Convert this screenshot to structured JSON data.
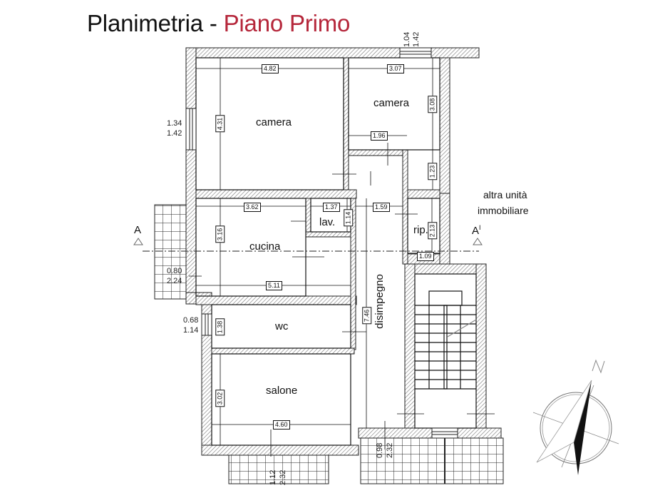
{
  "header": {
    "title_prefix": "Planimetria - ",
    "title_accent": "Piano Primo",
    "accent_color": "#b5263a"
  },
  "rooms": {
    "camera_1": "camera",
    "camera_2": "camera",
    "cucina": "cucina",
    "lav": "lav.",
    "rip": "rip.",
    "wc": "wc",
    "salone": "salone",
    "disimpegno": "disimpegno"
  },
  "neighbor_label": {
    "line1": "altra unità",
    "line2": "immobiliare"
  },
  "section_marks": {
    "left": "A",
    "right": "A",
    "right_suffix": "I"
  },
  "dimensions": {
    "camera_1_width": "4.82",
    "camera_1_depth": "4.31",
    "camera_2_width": "3.07",
    "camera_2_depth": "3.08",
    "camera_2_partial": "1.96",
    "camera_2_return": "1.23",
    "cucina_width": "3.62",
    "cucina_depth": "3.16",
    "cucina_full": "5.11",
    "lav_width": "1.37",
    "lav_depth": "1.14",
    "corridor_width": "1.59",
    "rip_depth": "2.13",
    "rip_width": "1.09",
    "disimpegno_length": "7.46",
    "wc_depth": "1.38",
    "salone_depth": "3.02",
    "salone_width": "4.60"
  },
  "openings": {
    "top_window": [
      "1.04",
      "1.42"
    ],
    "camera_window": [
      "1.34",
      "1.42"
    ],
    "cucina_door": [
      "0.80",
      "2.24"
    ],
    "wc_window": [
      "0.68",
      "1.14"
    ],
    "salone_door": [
      "1.12",
      "2.32"
    ],
    "entry_door": [
      "0.98",
      "2.32"
    ]
  },
  "compass": {
    "north_label": "N"
  }
}
